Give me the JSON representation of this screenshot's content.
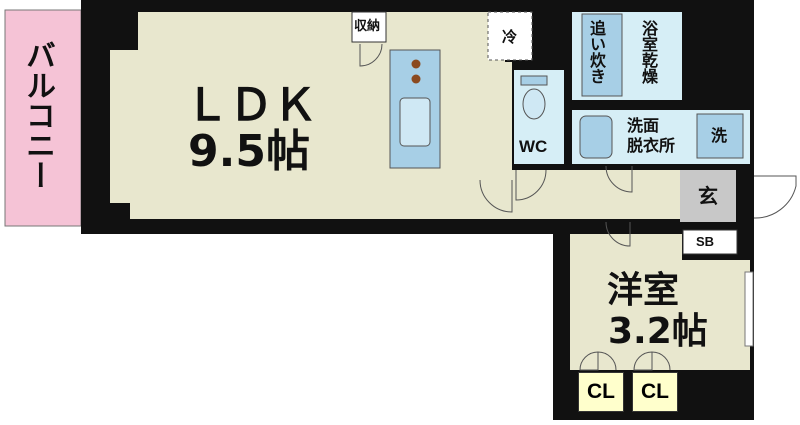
{
  "rooms": {
    "balcony": "バルコニー",
    "ldk_name": "ＬＤＫ",
    "ldk_size": "9.5帖",
    "storage": "収納",
    "fridge": "冷",
    "reheat": "追い炊き",
    "bath_dry": "浴室乾燥",
    "wc": "WC",
    "washroom_line1": "洗面",
    "washroom_line2": "脱衣所",
    "washer": "洗",
    "entrance": "玄",
    "shoe_box": "SB",
    "western_name": "洋室",
    "western_size": "3.2帖",
    "closet_1": "CL",
    "closet_2": "CL"
  },
  "colors": {
    "wall": "#111111",
    "floor": "#e8e7ce",
    "balcony": "#f5c3d6",
    "wet_area": "#d6eef6",
    "fixture": "#a7cfe6",
    "entrance_floor": "#c8c8c8",
    "closet": "#ffffcc"
  }
}
